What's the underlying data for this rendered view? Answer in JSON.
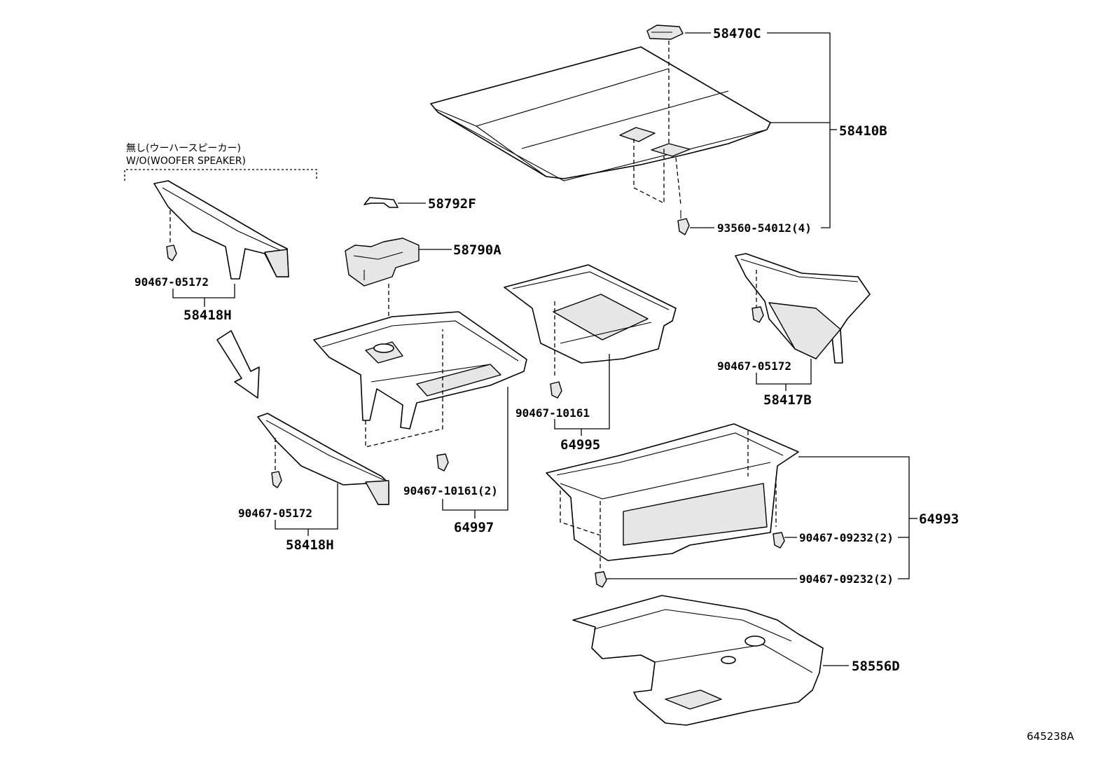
{
  "labels": {
    "p58470C": "58470C",
    "p58410B": "58410B",
    "p93560": "93560-54012(4)",
    "p58792F": "58792F",
    "p58790A": "58790A",
    "p90467_05172_a": "90467-05172",
    "p58418H_a": "58418H",
    "p90467_05172_b": "90467-05172",
    "p58418H_b": "58418H",
    "p90467_10161": "90467-10161",
    "p64995": "64995",
    "p90467_10161_2": "90467-10161(2)",
    "p64997": "64997",
    "p90467_05172_c": "90467-05172",
    "p58417B": "58417B",
    "p64993": "64993",
    "p90467_09232_a": "90467-09232(2)",
    "p90467_09232_b": "90467-09232(2)",
    "p58556D": "58556D"
  },
  "note": {
    "jp": "無し(ウーハースピーカー)",
    "en": "W/O(WOOFER SPEAKER)"
  },
  "illustration_ref": "645238A"
}
